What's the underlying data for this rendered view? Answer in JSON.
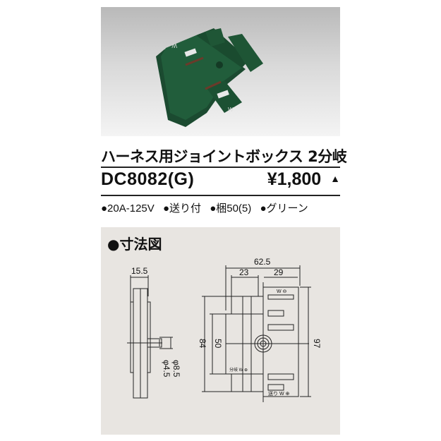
{
  "product": {
    "name": "ハーネス用ジョイントボックス 2分岐",
    "model": "DC8082(G)",
    "price": "¥1,800",
    "price_marker": "▲",
    "specs": [
      "●20A-125V",
      "●送り付",
      "●梱50(5)",
      "●グリーン"
    ],
    "color": "#1f5a3a"
  },
  "drawing": {
    "title": "●寸法図",
    "side_view": {
      "width": "15.5",
      "dia_outer": "φ8.5",
      "dia_inner": "φ4.5"
    },
    "front_view": {
      "total_width": "62.5",
      "left_width": "23",
      "right_width": "29",
      "height_84": "84",
      "height_50": "50",
      "height_97": "97"
    },
    "labels": {
      "top_w": "W",
      "branch": "分岐 W ⊕",
      "send": "送り W ⊕"
    }
  }
}
